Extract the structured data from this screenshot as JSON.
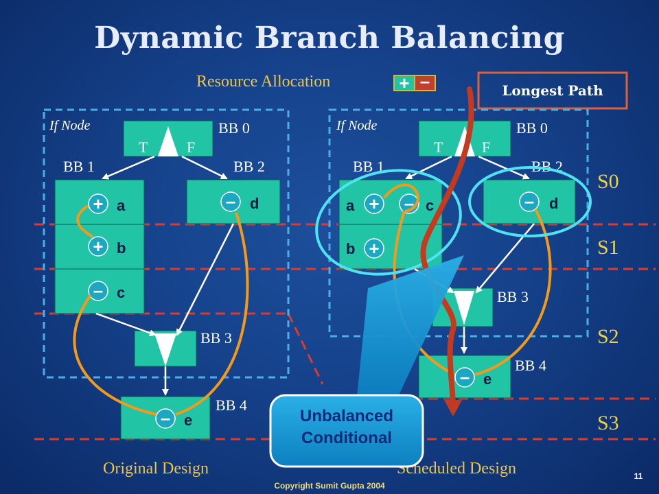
{
  "title": "Dynamic Branch Balancing",
  "resource_allocation": "Resource Allocation",
  "legend": {
    "plus": "+",
    "minus": "–"
  },
  "longest_path": "Longest Path",
  "states": [
    "S0",
    "S1",
    "S2",
    "S3"
  ],
  "left": {
    "if_node": "If Node",
    "bb0": "BB 0",
    "bb1": "BB 1",
    "bb2": "BB 2",
    "bb3": "BB 3",
    "bb4": "BB 4",
    "t": "T",
    "f": "F",
    "ops": {
      "a": "a",
      "b": "b",
      "c": "c",
      "d": "d",
      "e": "e"
    },
    "caption": "Original Design"
  },
  "right": {
    "if_node": "If Node",
    "bb0": "BB 0",
    "bb1": "BB 1",
    "bb2": "BB 2",
    "bb3": "BB 3",
    "bb4": "BB 4",
    "t": "T",
    "f": "F",
    "ops": {
      "a": "a",
      "b": "b",
      "c": "c",
      "d": "d",
      "e": "e"
    },
    "caption": "Scheduled Design"
  },
  "callout": {
    "line1": "Unbalanced",
    "line2": "Conditional"
  },
  "footer": {
    "copyright": "Copyright Sumit Gupta 2004",
    "page": "11"
  },
  "colors": {
    "block": "#22c4a6",
    "state": "#f2d23a",
    "path": "#e03a28",
    "orange": "#f39a1a",
    "ellipse": "#4ee2f2"
  }
}
